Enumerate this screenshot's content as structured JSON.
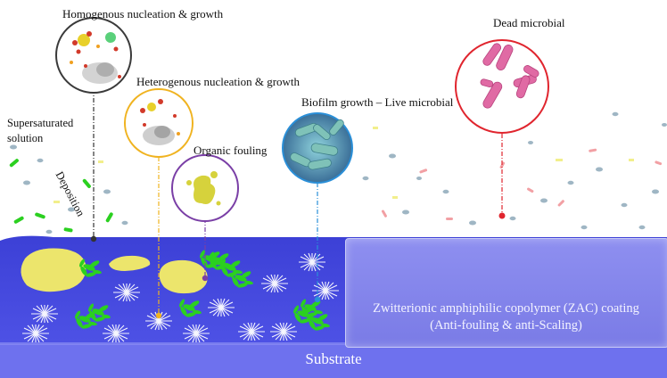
{
  "labels": {
    "supersaturated": "Supersaturated solution",
    "deposition": "Deposition",
    "homogenous": "Homogenous nucleation & growth",
    "heterogenous": "Heterogenous nucleation & growth",
    "organic_fouling": "Organic fouling",
    "biofilm": "Biofilm growth – Live microbial",
    "dead_microbial": "Dead microbial",
    "coating_line1": "Zwitterionic amphiphilic copolymer (ZAC) coating",
    "coating_line2": "(Anti-fouling & anti-Scaling)",
    "substrate": "Substrate"
  },
  "colors": {
    "surface": "#4b4ee8",
    "surface_top": "#3f43d8",
    "substrate_band": "#6f72ee",
    "coating_panel": "#8486ec",
    "foulant_yellow": "#e8e36a",
    "biofilm_green": "#22c41c",
    "dead_microbe_pink": "#e06aa4",
    "circle_homo": "#3a3a3a",
    "circle_hetero": "#f0b320",
    "circle_organic": "#7a3fa6",
    "circle_biofilm": "#2a8fd8",
    "circle_dead": "#e0252e"
  },
  "icons": [
    "crystal-cluster-icon",
    "organic-blob-icon",
    "bacteria-rods-icon",
    "dead-bacteria-icon",
    "scale-crystal-icon"
  ]
}
